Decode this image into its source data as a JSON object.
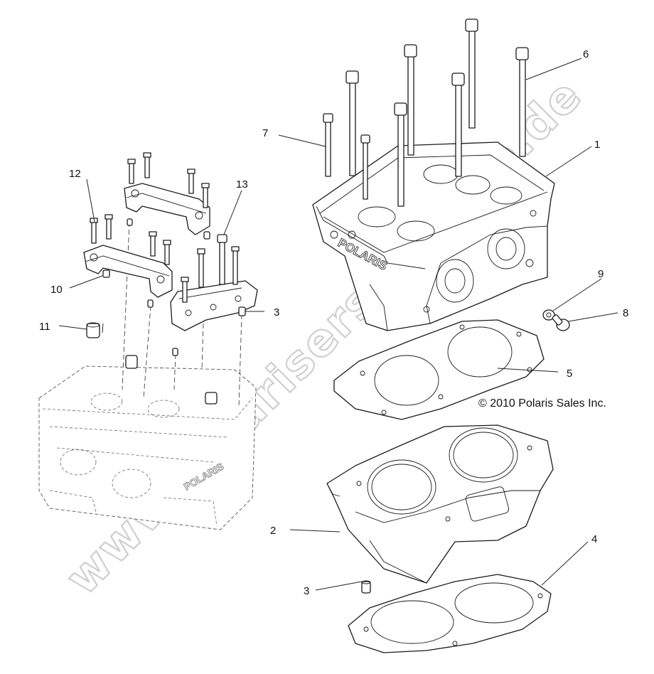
{
  "copyright": "© 2010 Polaris Sales Inc.",
  "watermark": "www.polarisersatzteile.de",
  "head_logo": "POLARIS",
  "callouts": {
    "c1": "1",
    "c2": "2",
    "c3a": "3",
    "c3b": "3",
    "c4": "4",
    "c5": "5",
    "c6": "6",
    "c7": "7",
    "c8": "8",
    "c9": "9",
    "c10": "10",
    "c11": "11",
    "c12": "12",
    "c13": "13"
  }
}
